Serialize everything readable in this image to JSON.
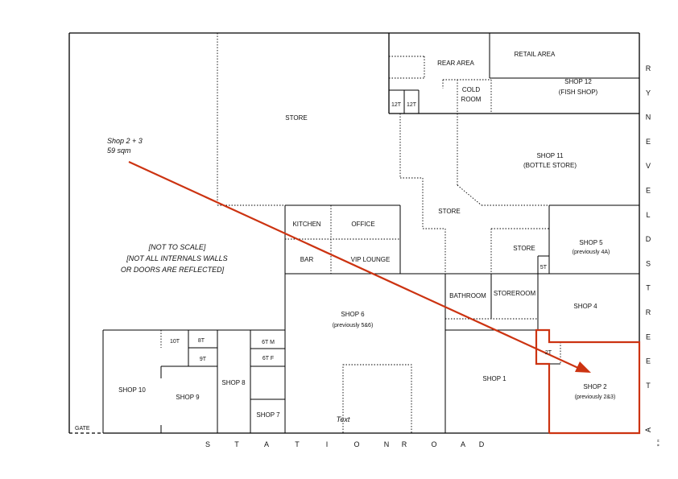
{
  "annotation": {
    "line1": "Shop 2 + 3",
    "line2": "59 sqm",
    "color": "#cc3311"
  },
  "note": {
    "line1": "[NOT TO SCALE]",
    "line2": "[NOT ALL INTERNALS WALLS",
    "line3": "OR DOORS ARE REFLECTED]"
  },
  "rooms": {
    "store_main": "STORE",
    "rear_area": "REAR AREA",
    "retail_area": "RETAIL AREA",
    "shop12": "SHOP 12",
    "shop12_sub": "(FISH SHOP)",
    "cold_room_1": "COLD",
    "cold_room_2": "ROOM",
    "t12a": "12T",
    "t12b": "12T",
    "shop11": "SHOP 11",
    "shop11_sub": "(BOTTLE STORE)",
    "store_mid": "STORE",
    "kitchen": "KITCHEN",
    "office": "OFFICE",
    "bar": "BAR",
    "vip_lounge": "VIP LOUNGE",
    "store_right": "STORE",
    "shop5": "SHOP 5",
    "shop5_sub": "(previously 4A)",
    "t5": "5T",
    "bathroom": "BATHROOM",
    "storeroom": "STOREROOM",
    "shop4": "SHOP 4",
    "shop6": "SHOP 6",
    "shop6_sub": "(previously 5&6)",
    "t10": "10T",
    "t8": "8T",
    "t9": "9T",
    "t6m": "6T M",
    "t6f": "6T F",
    "shop10": "SHOP 10",
    "shop9": "SHOP 9",
    "shop8": "SHOP 8",
    "shop7": "SHOP 7",
    "shop1": "SHOP 1",
    "t2": "2T",
    "shop2": "SHOP 2",
    "shop2_sub": "(previously 2&3)",
    "text_placeholder": "Text",
    "gate": "GATE"
  },
  "streets": {
    "station_road": [
      "S",
      "T",
      "A",
      "T",
      "I",
      "O",
      "N",
      "R",
      "O",
      "A",
      "D"
    ],
    "ryneveld_street": [
      "R",
      "Y",
      "N",
      "E",
      "V",
      "E",
      "L",
      "D",
      "S",
      "T",
      "R",
      "E",
      "E",
      "T"
    ]
  },
  "north_arrow": {
    "letter": "A",
    "quotes": "“ “"
  }
}
